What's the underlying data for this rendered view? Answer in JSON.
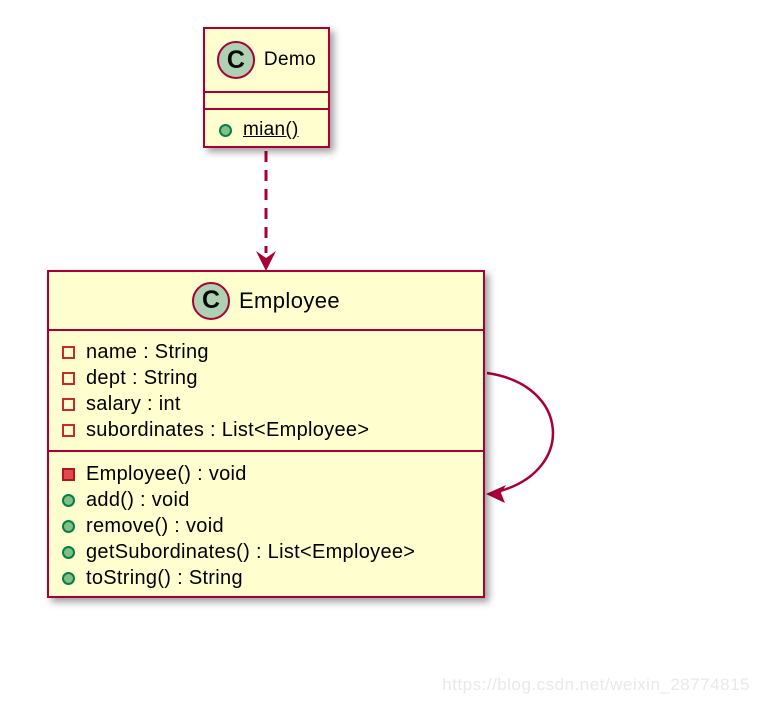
{
  "colors": {
    "box_fill": "#FEFECE",
    "box_border": "#A80036",
    "class_icon_fill": "#ADD1B2",
    "public_icon_fill": "#84BE84",
    "public_icon_border": "#038048",
    "private_outline_icon": "#C82930",
    "private_filled_icon": "#E04A4A",
    "watermark_color": "#E9E9E9"
  },
  "demo_class": {
    "icon_letter": "C",
    "name": "Demo",
    "methods": [
      {
        "label": "mian()",
        "visibility": "public",
        "static": true
      }
    ]
  },
  "employee_class": {
    "icon_letter": "C",
    "name": "Employee",
    "fields": [
      {
        "label": "name : String",
        "visibility": "private"
      },
      {
        "label": "dept : String",
        "visibility": "private"
      },
      {
        "label": "salary : int",
        "visibility": "private"
      },
      {
        "label": "subordinates : List<Employee>",
        "visibility": "private"
      }
    ],
    "methods": [
      {
        "label": "Employee() : void",
        "visibility": "private"
      },
      {
        "label": "add() : void",
        "visibility": "public"
      },
      {
        "label": "remove() : void",
        "visibility": "public"
      },
      {
        "label": "getSubordinates() : List<Employee>",
        "visibility": "public"
      },
      {
        "label": "toString() : String",
        "visibility": "public"
      }
    ]
  },
  "relations": [
    {
      "from": "Demo",
      "to": "Employee",
      "type": "dashed-dependency-arrow"
    },
    {
      "from": "Employee",
      "to": "Employee",
      "type": "self-association-arrow"
    }
  ],
  "watermark": "https://blog.csdn.net/weixin_28774815"
}
